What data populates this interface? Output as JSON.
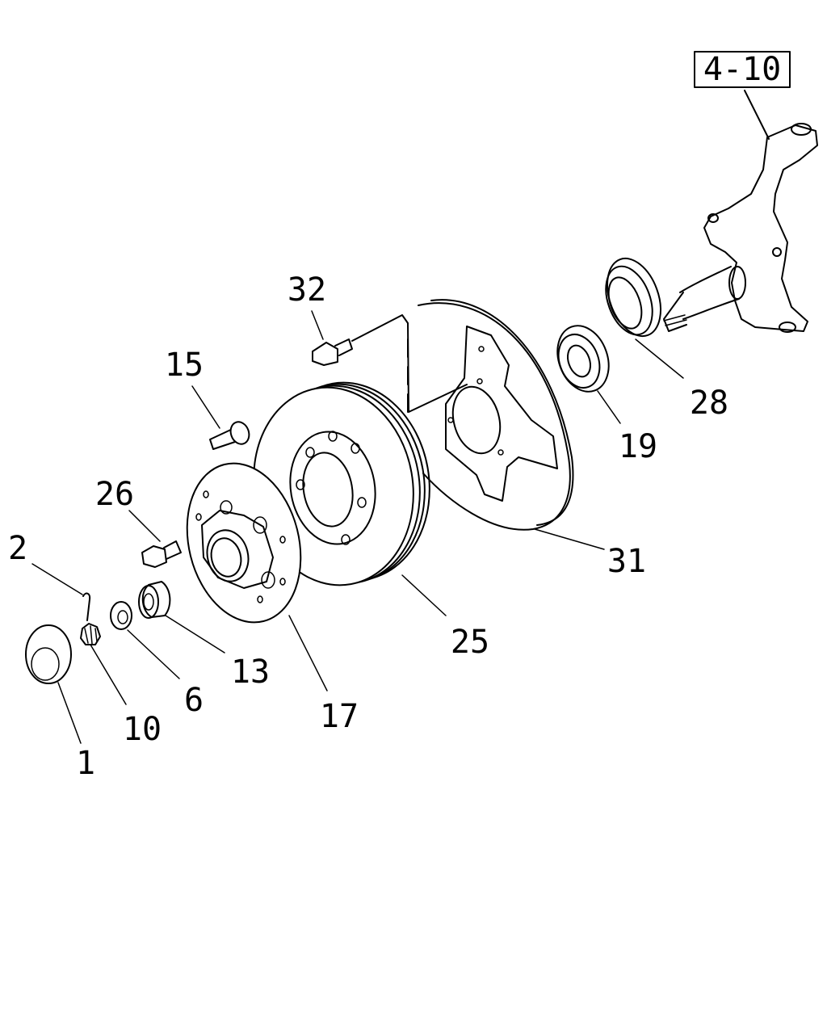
{
  "reference_box": "4-10",
  "parts": [
    {
      "id": "p1",
      "number": "1"
    },
    {
      "id": "p2",
      "number": "2"
    },
    {
      "id": "p6",
      "number": "6"
    },
    {
      "id": "p10",
      "number": "10"
    },
    {
      "id": "p13",
      "number": "13"
    },
    {
      "id": "p15",
      "number": "15"
    },
    {
      "id": "p17",
      "number": "17"
    },
    {
      "id": "p19",
      "number": "19"
    },
    {
      "id": "p25",
      "number": "25"
    },
    {
      "id": "p26",
      "number": "26"
    },
    {
      "id": "p28",
      "number": "28"
    },
    {
      "id": "p31",
      "number": "31"
    },
    {
      "id": "p32",
      "number": "32"
    }
  ]
}
